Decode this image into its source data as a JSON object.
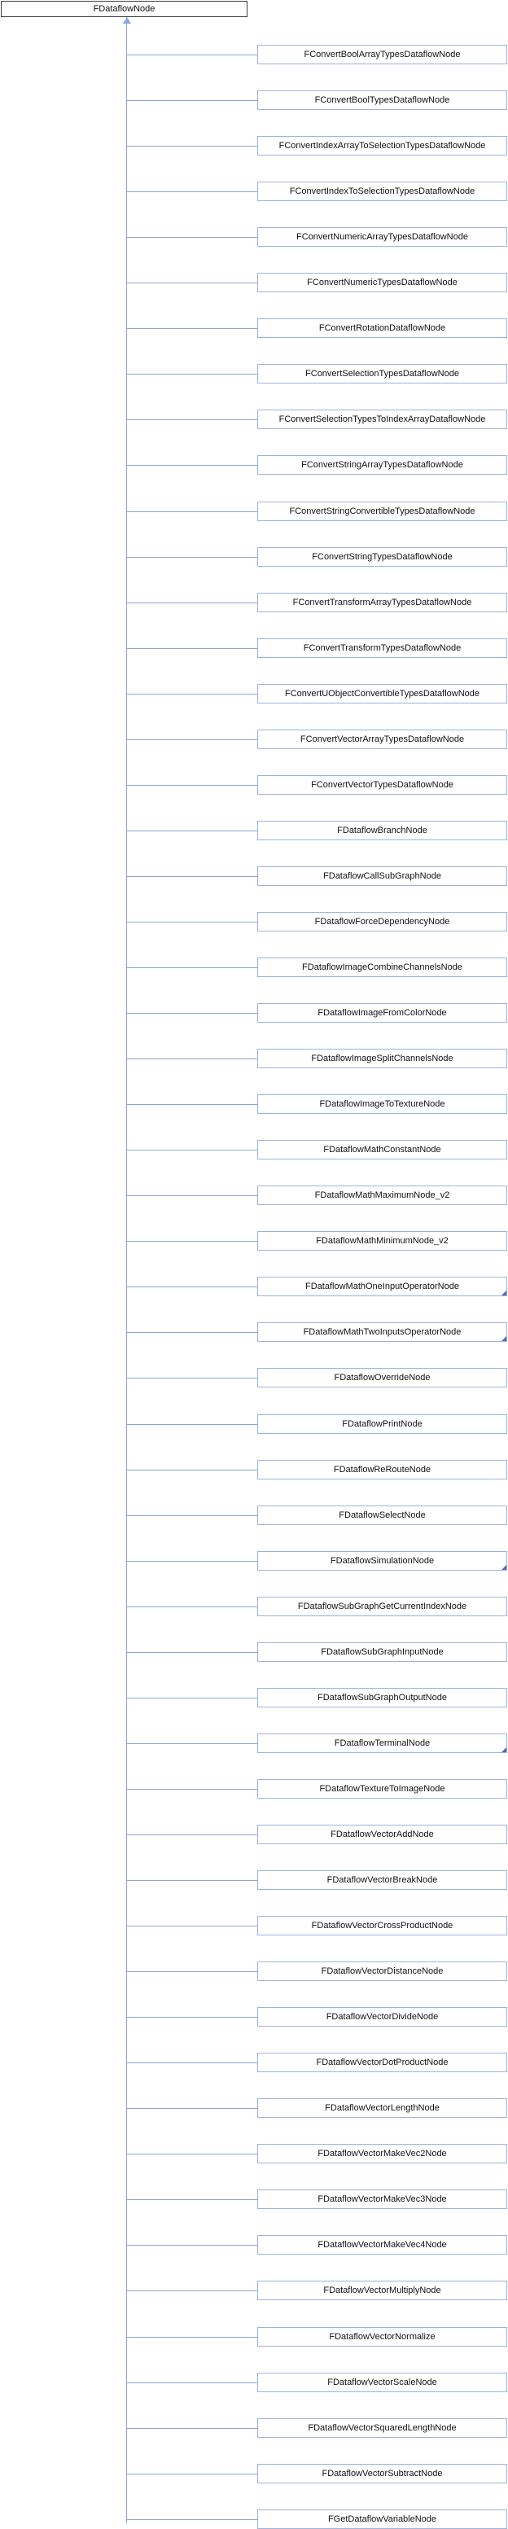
{
  "root": {
    "label": "FDataflowNode"
  },
  "children": [
    {
      "label": "FConvertBoolArrayTypesDataflowNode",
      "truncated": false
    },
    {
      "label": "FConvertBoolTypesDataflowNode",
      "truncated": false
    },
    {
      "label": "FConvertIndexArrayToSelectionTypesDataflowNode",
      "truncated": false
    },
    {
      "label": "FConvertIndexToSelectionTypesDataflowNode",
      "truncated": false
    },
    {
      "label": "FConvertNumericArrayTypesDataflowNode",
      "truncated": false
    },
    {
      "label": "FConvertNumericTypesDataflowNode",
      "truncated": false
    },
    {
      "label": "FConvertRotationDataflowNode",
      "truncated": false
    },
    {
      "label": "FConvertSelectionTypesDataflowNode",
      "truncated": false
    },
    {
      "label": "FConvertSelectionTypesToIndexArrayDataflowNode",
      "truncated": false
    },
    {
      "label": "FConvertStringArrayTypesDataflowNode",
      "truncated": false
    },
    {
      "label": "FConvertStringConvertibleTypesDataflowNode",
      "truncated": false
    },
    {
      "label": "FConvertStringTypesDataflowNode",
      "truncated": false
    },
    {
      "label": "FConvertTransformArrayTypesDataflowNode",
      "truncated": false
    },
    {
      "label": "FConvertTransformTypesDataflowNode",
      "truncated": false
    },
    {
      "label": "FConvertUObjectConvertibleTypesDataflowNode",
      "truncated": false
    },
    {
      "label": "FConvertVectorArrayTypesDataflowNode",
      "truncated": false
    },
    {
      "label": "FConvertVectorTypesDataflowNode",
      "truncated": false
    },
    {
      "label": "FDataflowBranchNode",
      "truncated": false
    },
    {
      "label": "FDataflowCallSubGraphNode",
      "truncated": false
    },
    {
      "label": "FDataflowForceDependencyNode",
      "truncated": false
    },
    {
      "label": "FDataflowImageCombineChannelsNode",
      "truncated": false
    },
    {
      "label": "FDataflowImageFromColorNode",
      "truncated": false
    },
    {
      "label": "FDataflowImageSplitChannelsNode",
      "truncated": false
    },
    {
      "label": "FDataflowImageToTextureNode",
      "truncated": false
    },
    {
      "label": "FDataflowMathConstantNode",
      "truncated": false
    },
    {
      "label": "FDataflowMathMaximumNode_v2",
      "truncated": false
    },
    {
      "label": "FDataflowMathMinimumNode_v2",
      "truncated": false
    },
    {
      "label": "FDataflowMathOneInputOperatorNode",
      "truncated": true
    },
    {
      "label": "FDataflowMathTwoInputsOperatorNode",
      "truncated": true
    },
    {
      "label": "FDataflowOverrideNode",
      "truncated": false
    },
    {
      "label": "FDataflowPrintNode",
      "truncated": false
    },
    {
      "label": "FDataflowReRouteNode",
      "truncated": false
    },
    {
      "label": "FDataflowSelectNode",
      "truncated": false
    },
    {
      "label": "FDataflowSimulationNode",
      "truncated": true
    },
    {
      "label": "FDataflowSubGraphGetCurrentIndexNode",
      "truncated": false
    },
    {
      "label": "FDataflowSubGraphInputNode",
      "truncated": false
    },
    {
      "label": "FDataflowSubGraphOutputNode",
      "truncated": false
    },
    {
      "label": "FDataflowTerminalNode",
      "truncated": true
    },
    {
      "label": "FDataflowTextureToImageNode",
      "truncated": false
    },
    {
      "label": "FDataflowVectorAddNode",
      "truncated": false
    },
    {
      "label": "FDataflowVectorBreakNode",
      "truncated": false
    },
    {
      "label": "FDataflowVectorCrossProductNode",
      "truncated": false
    },
    {
      "label": "FDataflowVectorDistanceNode",
      "truncated": false
    },
    {
      "label": "FDataflowVectorDivideNode",
      "truncated": false
    },
    {
      "label": "FDataflowVectorDotProductNode",
      "truncated": false
    },
    {
      "label": "FDataflowVectorLengthNode",
      "truncated": false
    },
    {
      "label": "FDataflowVectorMakeVec2Node",
      "truncated": false
    },
    {
      "label": "FDataflowVectorMakeVec3Node",
      "truncated": false
    },
    {
      "label": "FDataflowVectorMakeVec4Node",
      "truncated": false
    },
    {
      "label": "FDataflowVectorMultiplyNode",
      "truncated": false
    },
    {
      "label": "FDataflowVectorNormalize",
      "truncated": false
    },
    {
      "label": "FDataflowVectorScaleNode",
      "truncated": false
    },
    {
      "label": "FDataflowVectorSquaredLengthNode",
      "truncated": false
    },
    {
      "label": "FDataflowVectorSubtractNode",
      "truncated": false
    },
    {
      "label": "FGetDataflowVariableNode",
      "truncated": false
    }
  ]
}
